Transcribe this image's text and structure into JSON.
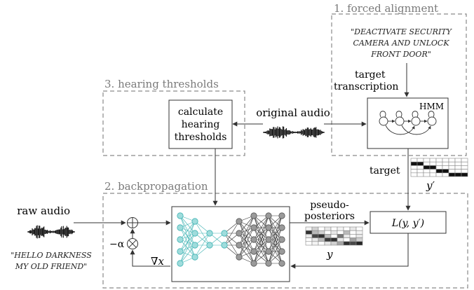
{
  "sections": {
    "forced_alignment": "1. forced alignment",
    "hearing_thresholds": "3. hearing thresholds",
    "backpropagation": "2. backpropagation"
  },
  "target_sentence": [
    "\"DEACTIVATE SECURITY",
    "CAMERA AND UNLOCK",
    "FRONT DOOR\""
  ],
  "input_sentence": [
    "\"HELLO DARKNESS",
    "MY OLD FRIEND\""
  ],
  "labels": {
    "target_transcription": [
      "target",
      "transcription"
    ],
    "hmm": "HMM",
    "original_audio": "original audio",
    "calc_box": [
      "calculate",
      "hearing",
      "thresholds"
    ],
    "target": "target",
    "y_prime": "y′",
    "raw_audio": "raw audio",
    "pseudo_posteriors": [
      "pseudo-",
      "posteriors"
    ],
    "loss": "L(y, y′)",
    "y": "y",
    "grad": "∇x",
    "neg_alpha": "−α"
  },
  "colors": {
    "dashed": "#8a8a8a",
    "section_text": "#7a7a7a",
    "teal_node": "#9fdcdc",
    "teal_edge": "#3fb3b3",
    "gray_node": "#9a9a9a",
    "dark_edge": "#333333"
  },
  "target_matrix": [
    [
      0,
      0,
      0,
      0,
      0,
      0,
      0,
      0,
      0
    ],
    [
      1,
      1,
      0,
      0,
      0,
      0,
      0,
      0,
      0
    ],
    [
      0,
      0,
      1,
      1,
      0,
      0,
      0,
      0,
      0
    ],
    [
      0,
      0,
      0,
      0,
      1,
      1,
      0,
      0,
      0
    ],
    [
      0,
      0,
      0,
      0,
      0,
      0,
      1,
      1,
      1
    ]
  ],
  "posterior_matrix": [
    [
      0.05,
      0.2,
      0.0,
      0.1,
      0.0,
      0.05,
      0.0,
      0.1,
      0.0
    ],
    [
      0.9,
      0.3,
      0.2,
      0.0,
      0.1,
      0.0,
      0.3,
      0.0,
      0.05
    ],
    [
      0.1,
      0.8,
      0.9,
      0.3,
      0.0,
      0.6,
      0.1,
      0.0,
      0.1
    ],
    [
      0.0,
      0.1,
      0.3,
      0.85,
      0.9,
      0.1,
      0.0,
      0.4,
      0.2
    ],
    [
      0.0,
      0.05,
      0.0,
      0.1,
      0.2,
      0.4,
      0.9,
      0.8,
      0.95
    ]
  ]
}
